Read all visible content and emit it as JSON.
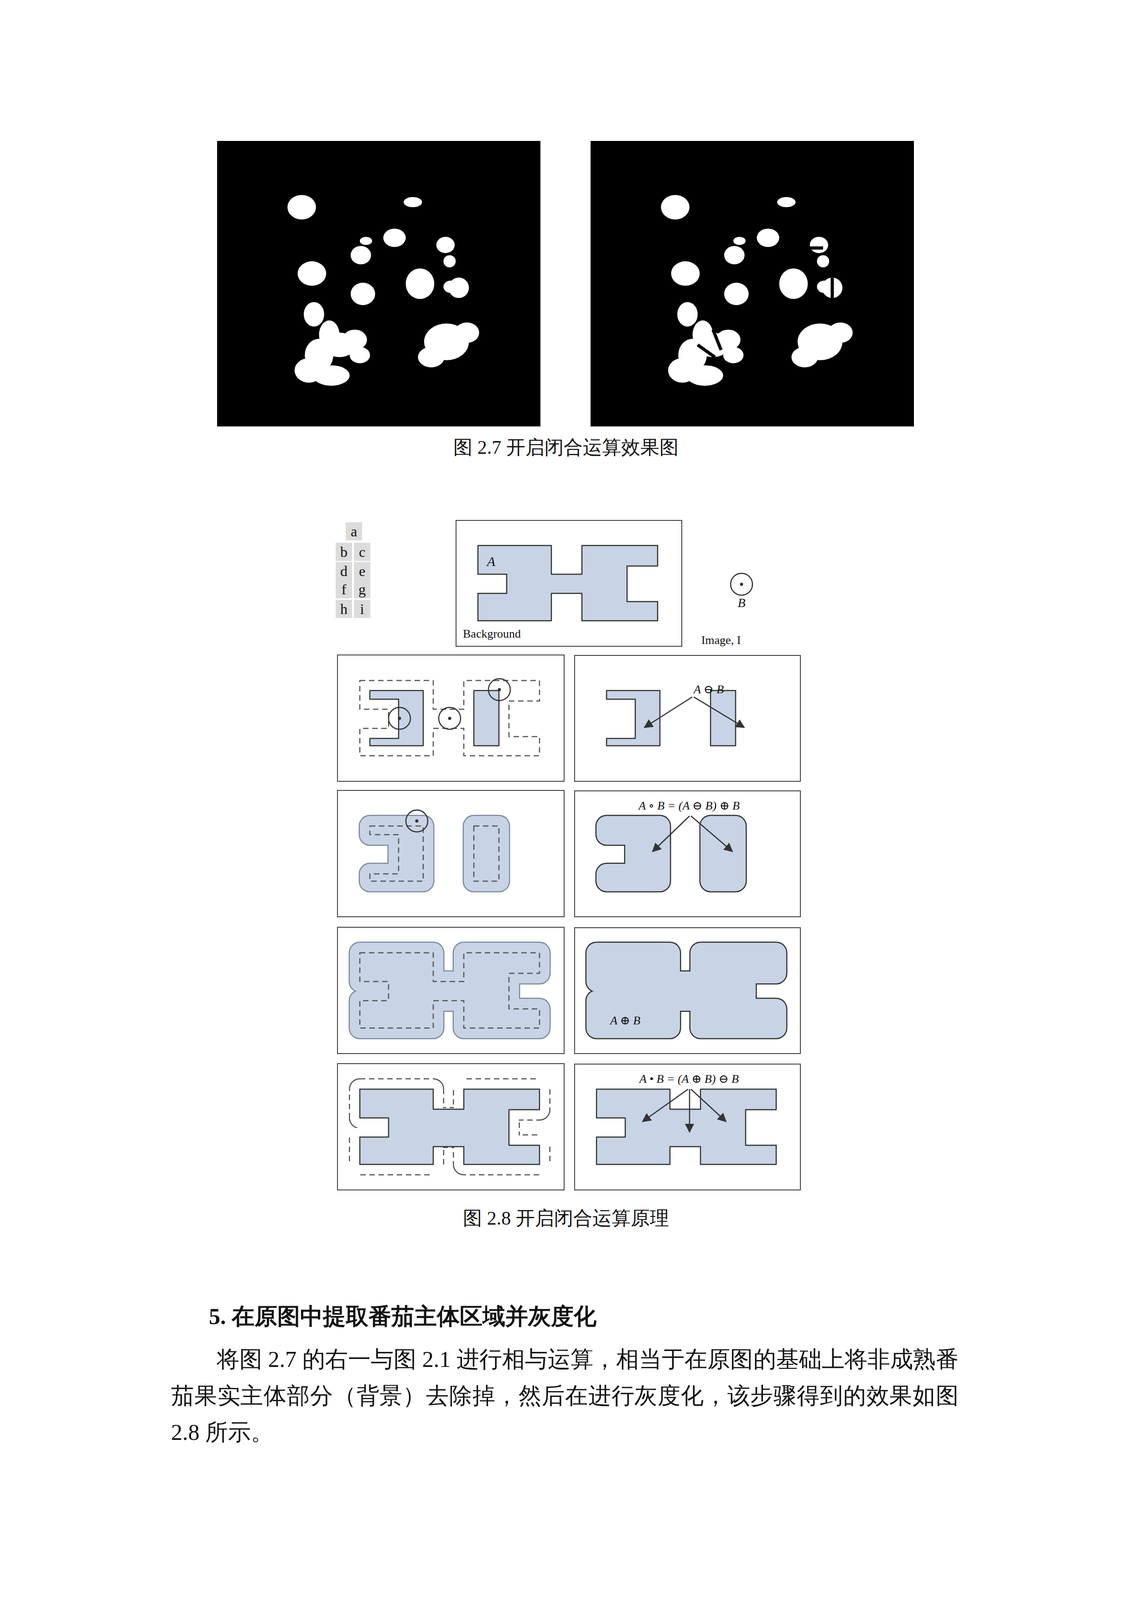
{
  "diagram": {
    "title": "5. 在原图中提取番茄主体区域并灰度化",
    "nodes": [
      {
        "text": [
          "A",
          "Background"
        ]
      },
      {
        "text": [
          "A ⊖ B"
        ]
      },
      {
        "text": [
          "A ∘ B = (A ⊖ B) ⊕ B"
        ]
      },
      {
        "text": [
          "A ⊕ B"
        ]
      },
      {
        "text": [
          "A • B = (A ⊕ B) ⊖ B"
        ]
      }
    ],
    "labels": [
      "a",
      "b",
      "c",
      "d",
      "e",
      "f",
      "g",
      "h",
      "i",
      "B",
      "Image, I",
      "图 2.7  开启闭合运算效果图",
      "图 2.8  开启闭合运算原理",
      "将图 2.7 的右一与图 2.1 进行相与运算，相当于在原图的基础上将非成熟番茄果实主体部分（背景）去除掉，然后在进行灰度化，该步骤得到的效果如图 2.8 所示。"
    ]
  }
}
